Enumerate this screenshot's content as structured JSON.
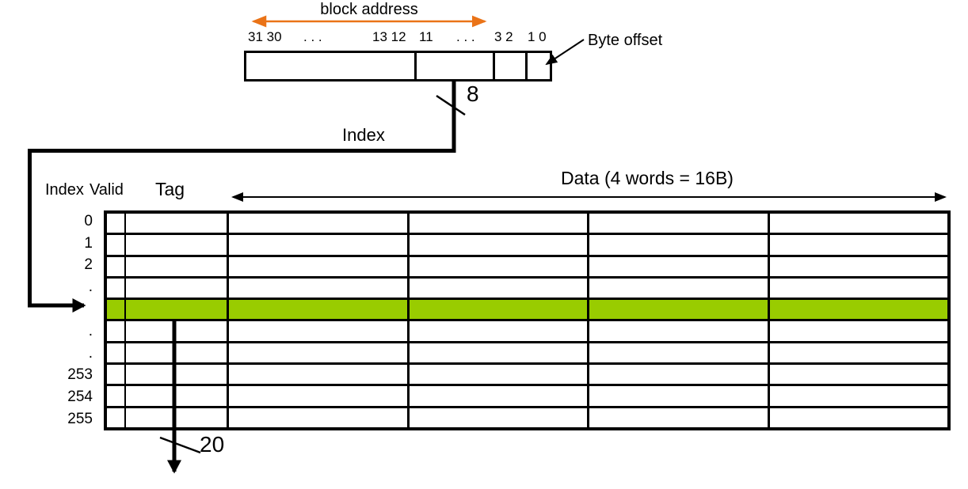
{
  "address": {
    "title": "block address",
    "bit_labels": [
      "31 30",
      ". . .",
      "13 12",
      "11",
      ". . .",
      "3 2",
      "1 0"
    ],
    "byte_offset_label": "Byte offset",
    "index_label": "Index",
    "index_bits": "8"
  },
  "cache": {
    "index_header": "Index",
    "valid_header": "Valid",
    "tag_header": "Tag",
    "data_header": "Data (4 words = 16B)",
    "row_labels": [
      "0",
      "1",
      "2",
      ".",
      "",
      ".",
      ".",
      "253",
      "254",
      "255"
    ],
    "num_rows": 10,
    "num_data_columns": 4,
    "highlighted_row": 4,
    "tag_bits": "20"
  },
  "colors": {
    "highlight": "#99cc00",
    "address_arrow": "#ea7317",
    "ink": "#000000"
  }
}
